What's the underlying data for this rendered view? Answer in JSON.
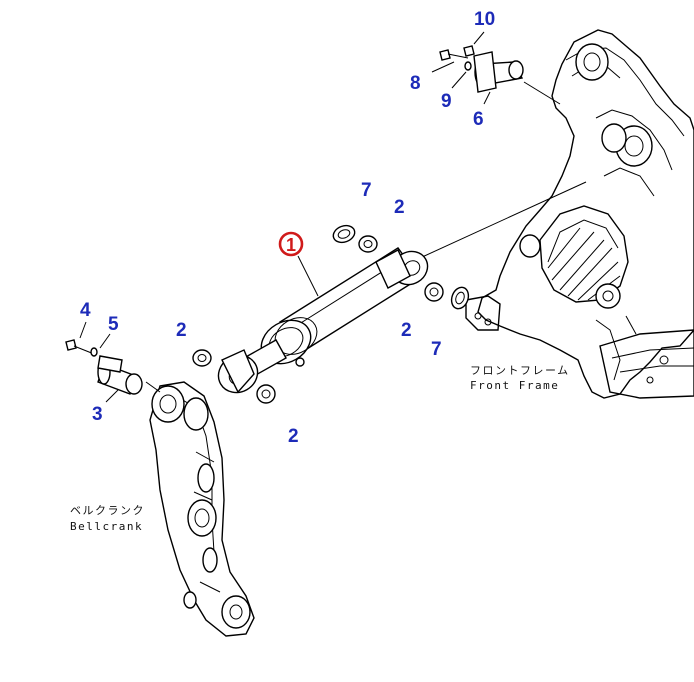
{
  "callouts": {
    "c1": "1",
    "c2a": "2",
    "c2b": "2",
    "c2c": "2",
    "c2d": "2",
    "c3": "3",
    "c4": "4",
    "c5": "5",
    "c6": "6",
    "c7a": "7",
    "c7b": "7",
    "c8": "8",
    "c9": "9",
    "c10": "10"
  },
  "labels": {
    "front_frame_jp": "フロントフレーム",
    "front_frame_en": "Front Frame",
    "bellcrank_jp": "ベルクランク",
    "bellcrank_en": "Bellcrank"
  },
  "colors": {
    "callout_number": "#1d2bb8",
    "main_callout": "#d01a1a"
  }
}
